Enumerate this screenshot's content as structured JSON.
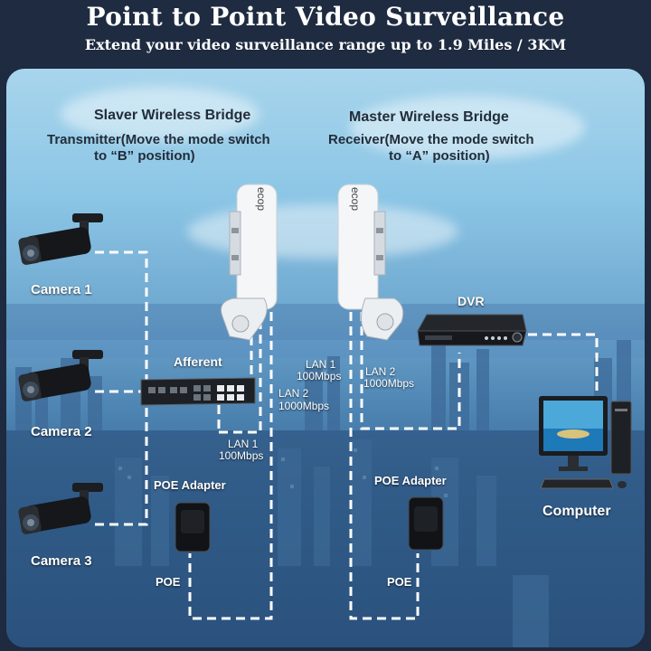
{
  "header": {
    "title": "Point to Point Video Surveillance",
    "subtitle": "Extend your video surveillance range up to 1.9 Miles / 3KM"
  },
  "slave": {
    "title": "Slaver Wireless Bridge",
    "description_line1": "Transmitter(Move the mode switch",
    "description_line2": "to “B” position)",
    "brand": "ecop"
  },
  "master": {
    "title": "Master Wireless Bridge",
    "description_line1": "Receiver(Move the mode switch",
    "description_line2": "to “A” position)",
    "brand": "ecop"
  },
  "cameras": [
    "Camera 1",
    "Camera 2",
    "Camera 3"
  ],
  "switch_label": "Afferent",
  "dvr_label": "DVR",
  "computer_label": "Computer",
  "links": {
    "slave_lan1": {
      "port": "LAN 1",
      "speed": "100Mbps"
    },
    "slave_lan2": {
      "port": "LAN 2",
      "speed": "1000Mbps"
    },
    "master_lan1": {
      "port": "LAN 1",
      "speed": "100Mbps"
    },
    "master_lan2": {
      "port": "LAN 2",
      "speed": "1000Mbps"
    }
  },
  "poe": {
    "adapter_label": "POE Adapter",
    "line_label": "POE"
  },
  "colors": {
    "wire": "#ffffff",
    "header_bg": "#1e2b40",
    "sky_top": "#a8d5ec",
    "sky_bottom": "#264a72"
  }
}
